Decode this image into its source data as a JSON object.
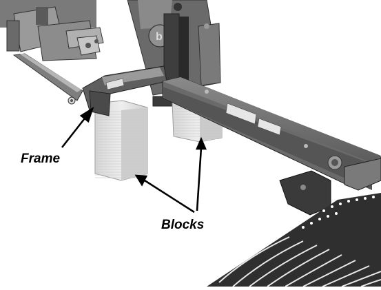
{
  "callouts": {
    "frame": "Frame",
    "blocks": "Blocks"
  },
  "decals": {
    "brand_mark": "b"
  },
  "colors": {
    "metal_dark": "#4a4a4a",
    "metal_mid": "#6e6e6e",
    "metal_light": "#a8a8a8",
    "block_light": "#e4e4e4",
    "block_dark": "#bdbdbd",
    "arrow": "#000000",
    "background": "#ffffff"
  }
}
